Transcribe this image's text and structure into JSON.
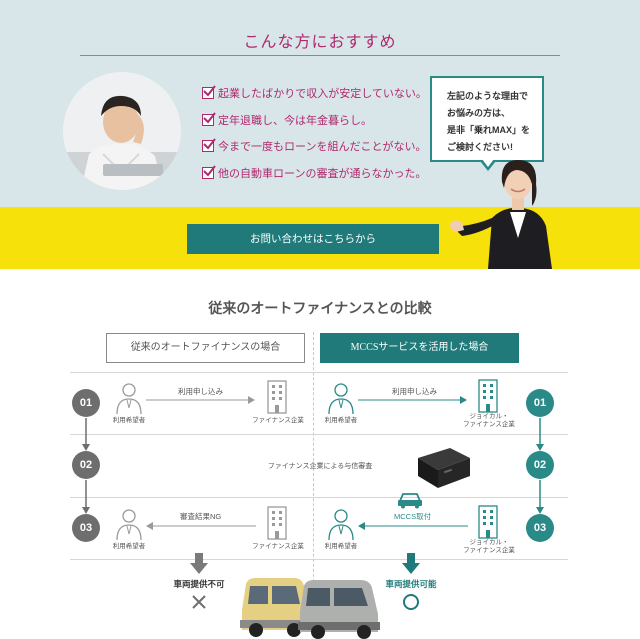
{
  "recommend": {
    "title": "こんな方におすすめ",
    "items": [
      "起業したばかりで収入が安定していない。",
      "定年退職し、今は年金暮らし。",
      "今まで一度もローンを組んだことがない。",
      "他の自動車ローンの審査が通らなかった。"
    ],
    "bubble_lines": [
      "左記のような理由で",
      "お悩みの方は、",
      "是非「乗れMAX」を",
      "ご検討ください!"
    ]
  },
  "cta": {
    "label": "お問い合わせはこちらから"
  },
  "comparison": {
    "title": "従来のオートファイナンスとの比較",
    "tab_left": "従来のオートファイナンスの場合",
    "tab_right": "MCCSサービスを活用した場合",
    "steps": [
      "01",
      "02",
      "03"
    ],
    "left": {
      "applicant": "利用希望者",
      "company": "ファイナンス企業",
      "apply": "利用申し込み",
      "result": "審査結果NG",
      "outcome": "車両提供不可"
    },
    "right": {
      "applicant": "利用希望者",
      "company_line1": "ジョイカル・",
      "company_line2": "ファイナンス企業",
      "apply": "利用申し込み",
      "mccs": "MCCS取付",
      "outcome": "車両提供可能"
    },
    "middle_note": "ファイナンス企業による与信審査"
  },
  "colors": {
    "teal": "#217a7a",
    "magenta": "#b0286e",
    "yellow": "#f7e10a",
    "gray": "#6e6e6e"
  }
}
